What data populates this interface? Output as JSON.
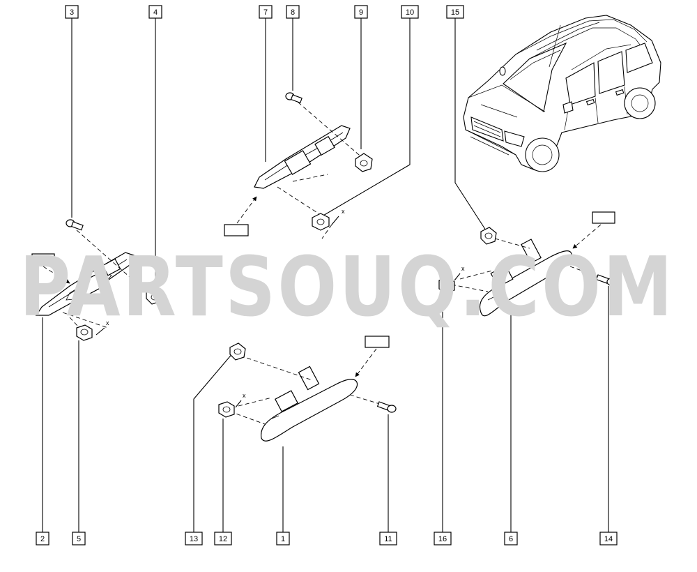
{
  "watermark": "PARTSOUQ.COM",
  "x_marker": "x",
  "callouts": [
    {
      "id": "3",
      "label": "3"
    },
    {
      "id": "4",
      "label": "4"
    },
    {
      "id": "7",
      "label": "7"
    },
    {
      "id": "8",
      "label": "8"
    },
    {
      "id": "9",
      "label": "9"
    },
    {
      "id": "10",
      "label": "10"
    },
    {
      "id": "15",
      "label": "15"
    },
    {
      "id": "2",
      "label": "2"
    },
    {
      "id": "5",
      "label": "5"
    },
    {
      "id": "13",
      "label": "13"
    },
    {
      "id": "12",
      "label": "12"
    },
    {
      "id": "1",
      "label": "1"
    },
    {
      "id": "11",
      "label": "11"
    },
    {
      "id": "16",
      "label": "16"
    },
    {
      "id": "6",
      "label": "6"
    },
    {
      "id": "14",
      "label": "14"
    }
  ]
}
